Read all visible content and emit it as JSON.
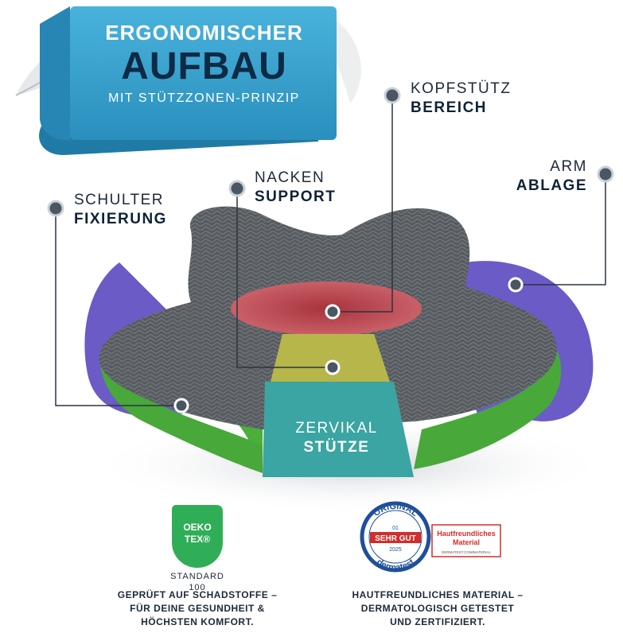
{
  "banner": {
    "line1": "ERGONOMISCHER",
    "line2": "AUFBAU",
    "line3": "MIT STÜTZZONEN-PRINZIP"
  },
  "labels": {
    "kopf": {
      "light": "KOPFSTÜTZ",
      "bold": "BEREICH"
    },
    "nacken": {
      "light": "NACKEN",
      "bold": "SUPPORT"
    },
    "arm": {
      "light": "ARM",
      "bold": "ABLAGE"
    },
    "schulter": {
      "light": "SCHULTER",
      "bold": "FIXIERUNG"
    },
    "zervikal": {
      "light": "ZERVIKAL",
      "bold": "STÜTZE"
    }
  },
  "oeko": {
    "line1": "OEKO",
    "line2": "TEX®",
    "standard": "STANDARD",
    "number": "100",
    "caption": [
      "GEPRÜFT AUF SCHADSTOFFE –",
      "FÜR DEINE GESUNDHEIT &",
      "HÖCHSTEN KOMFORT."
    ]
  },
  "derma": {
    "arc_top": "ORIGINAL",
    "issue": "01",
    "rating": "SEHR GUT",
    "year": "2025",
    "arc_bottom": "dermatest",
    "box_line1": "Hautfreundliches",
    "box_line2": "Material",
    "box_small": "DERMATEST.COM/MATERIAL",
    "caption": [
      "HAUTFREUNDLICHES MATERIAL –",
      "DERMATOLOGISCH GETESTET",
      "UND ZERTIFIZIERT."
    ]
  },
  "colors": {
    "banner": "#3ba4d0",
    "navy": "#0e2a45",
    "pillow_gray": "#555a5f",
    "purple": "#6e5fc9",
    "green": "#4caf3a",
    "red_zone": "#c0555b",
    "yellow_zone": "#b6b64a",
    "teal_zone": "#3aa5a3",
    "oeko_green": "#2fae57",
    "derma_red": "#d32d2a",
    "derma_blue": "#1f4f9a"
  }
}
